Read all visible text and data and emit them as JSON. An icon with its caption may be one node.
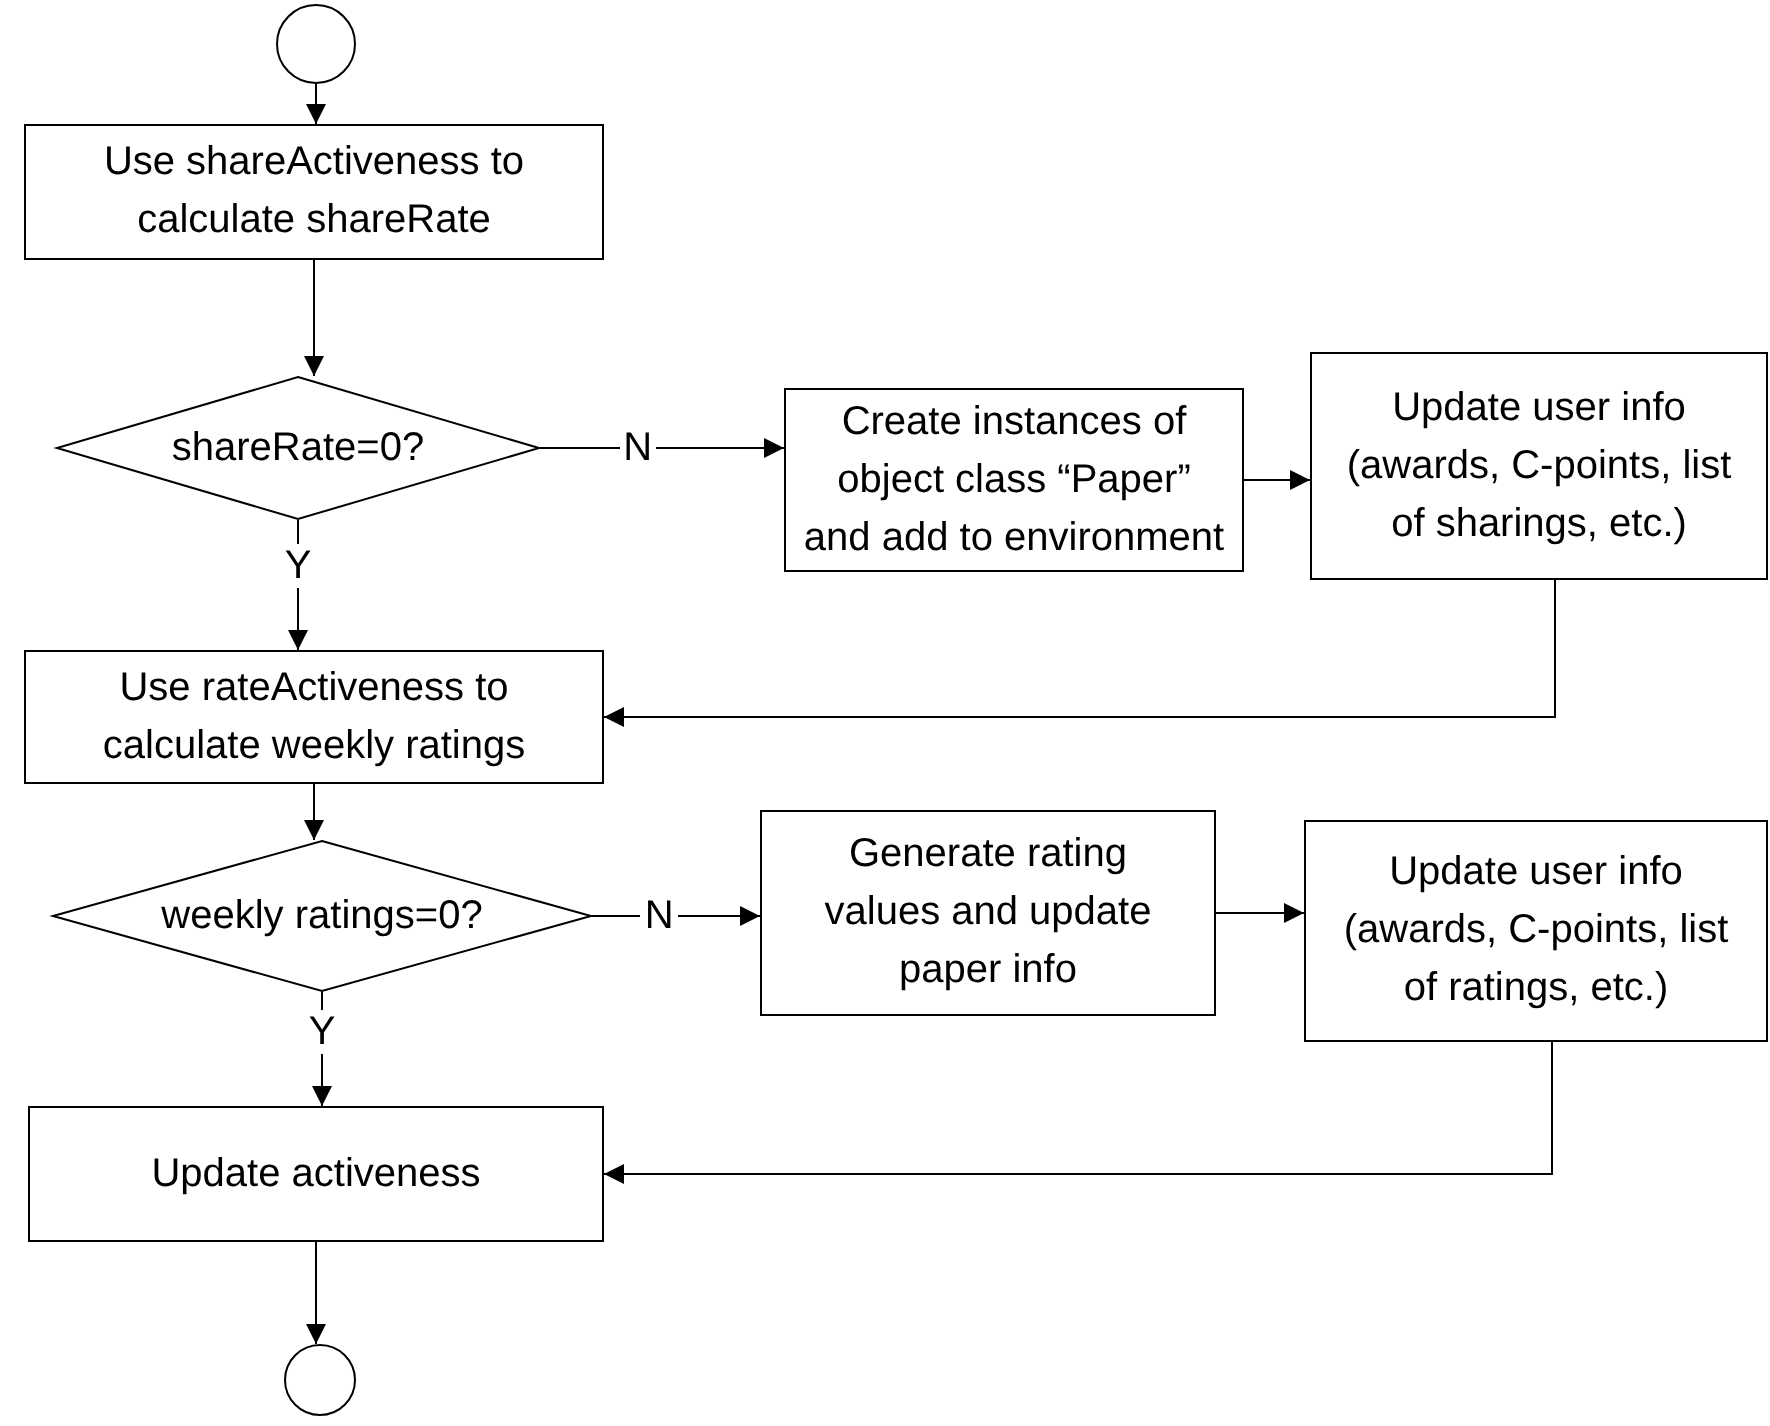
{
  "diagram": {
    "nodes": [
      {
        "text": [],
        "shape": "circle"
      },
      {
        "text": [
          "Use shareActiveness to calculate shareRate"
        ]
      },
      {
        "text": [
          "shareRate=0?"
        ]
      },
      {
        "text": [
          "Create instances of object class “Paper” and add to environment"
        ]
      },
      {
        "text": [
          "Update user info (awards, C-points, list of sharings, etc.)"
        ]
      },
      {
        "text": [
          "Use rateActiveness to calculate weekly ratings"
        ]
      },
      {
        "text": [
          "weekly ratings=0?"
        ]
      },
      {
        "text": [
          "Generate rating values and update paper info"
        ]
      },
      {
        "text": [
          "Update user info (awards, C-points, list of ratings, etc.)"
        ]
      },
      {
        "text": [
          "Update activeness"
        ]
      },
      {
        "text": [],
        "shape": "circle"
      }
    ],
    "edges": [
      {
        "from": 0,
        "to": 1,
        "arrow": "to"
      },
      {
        "from": 1,
        "to": 2,
        "arrow": "to"
      },
      {
        "from": 2,
        "to": 3,
        "arrow": "to",
        "label": "N"
      },
      {
        "from": 3,
        "to": 4,
        "arrow": "to"
      },
      {
        "from": 4,
        "to": 5,
        "arrow": "to"
      },
      {
        "from": 2,
        "to": 5,
        "arrow": "to",
        "label": "Y"
      },
      {
        "from": 5,
        "to": 6,
        "arrow": "to"
      },
      {
        "from": 6,
        "to": 7,
        "arrow": "to",
        "label": "N"
      },
      {
        "from": 7,
        "to": 8,
        "arrow": "to"
      },
      {
        "from": 8,
        "to": 9,
        "arrow": "to"
      },
      {
        "from": 6,
        "to": 9,
        "arrow": "to",
        "label": "Y"
      },
      {
        "from": 9,
        "to": 10,
        "arrow": "to"
      }
    ]
  }
}
